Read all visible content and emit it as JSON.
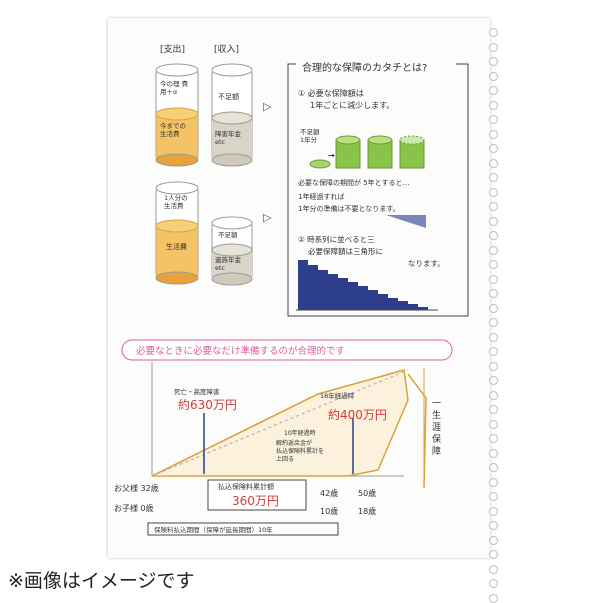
{
  "colors": {
    "orange": "#e8a23a",
    "green": "#8bc34a",
    "navy": "#2d3e8c",
    "pink": "#e05a9a",
    "red": "#d23b3b",
    "ochre": "#d9a23b"
  },
  "left": {
    "expense_label": "[支出]",
    "income_label": "[収入]",
    "cup1_top": "今の理 費用＋α",
    "cup1_bottom": "今までの 生活費",
    "cup2_top": "不足額",
    "cup2_bottom": "障害年金 etc",
    "cup3_top": "1人分の 生活費",
    "cup3_bottom": "生活費",
    "cup4_top": "不足額",
    "cup4_bottom": "遺族年金 etc"
  },
  "right": {
    "title": "合理的な保障のカタチとは?",
    "p1a": "① 必要な保障額は",
    "p1b": "1年ごとに減少します。",
    "shortfall": "不足額",
    "year1": "1年分",
    "p1c": "必要な保障の期間が 5年とすると…",
    "p1d": "1年経過すれば",
    "p1e": "1年分の準備は不要となります。",
    "p2a": "② 時系列に並べると三",
    "p2b": "必要保障額は三角形に",
    "p2c": "なります。"
  },
  "banner": "必要なときに必要なだけ準備するのが合理的です",
  "diagram": {
    "death_label": "死亡・高度障害",
    "death_amount": "約630万円",
    "sickness_label": "18年経過時",
    "sickness_amount": "約400万円",
    "ten_year": "10年経過時",
    "ten_year_note1": "解約返戻金が",
    "ten_year_note2": "払込保険料累計を",
    "ten_year_note3": "上回る",
    "lifelong": "一生涯保障",
    "premium_label": "払込保険料累計額",
    "premium_amount": "360万円",
    "mom": "お父様 32歳",
    "child": "お子様 0歳",
    "age42": "42歳",
    "age50": "50歳",
    "age10": "10歳",
    "age18": "18歳",
    "period": "保険料払込期間（保障が延長期間）10年"
  },
  "caption": "※画像はイメージです"
}
